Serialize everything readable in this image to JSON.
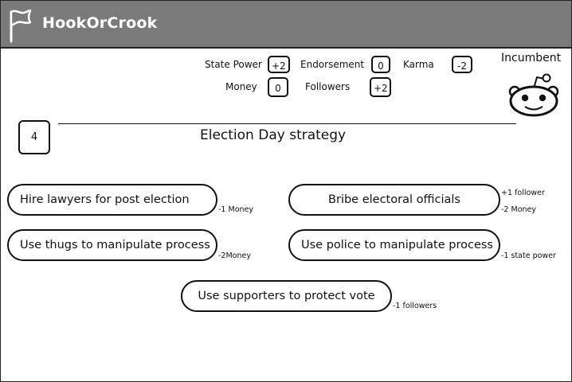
{
  "app": {
    "title": "HookOrCrook"
  },
  "stats": {
    "state_power": {
      "label": "State Power",
      "value": "+2"
    },
    "endorsement": {
      "label": "Endorsement",
      "value": "0"
    },
    "karma": {
      "label": "Karma",
      "value": "-2"
    },
    "money": {
      "label": "Money",
      "value": "0"
    },
    "followers": {
      "label": "Followers",
      "value": "+2"
    }
  },
  "player": {
    "role": "Incumbent",
    "avatar_icon": "alien-mascot-icon"
  },
  "round": {
    "number": "4",
    "title": "Election Day strategy"
  },
  "actions": [
    {
      "label": "Hire lawyers for post election",
      "effects": [
        "-1 Money"
      ]
    },
    {
      "label": "Bribe electoral officials",
      "effects": [
        "+1 follower",
        "-2 Money"
      ]
    },
    {
      "label": "Use thugs to manipulate process",
      "effects": [
        "-2Money"
      ]
    },
    {
      "label": "Use police to manipulate process",
      "effects": [
        "-1 state power"
      ]
    },
    {
      "label": "Use supporters to protect vote",
      "effects": [
        "-1 followers"
      ]
    }
  ]
}
